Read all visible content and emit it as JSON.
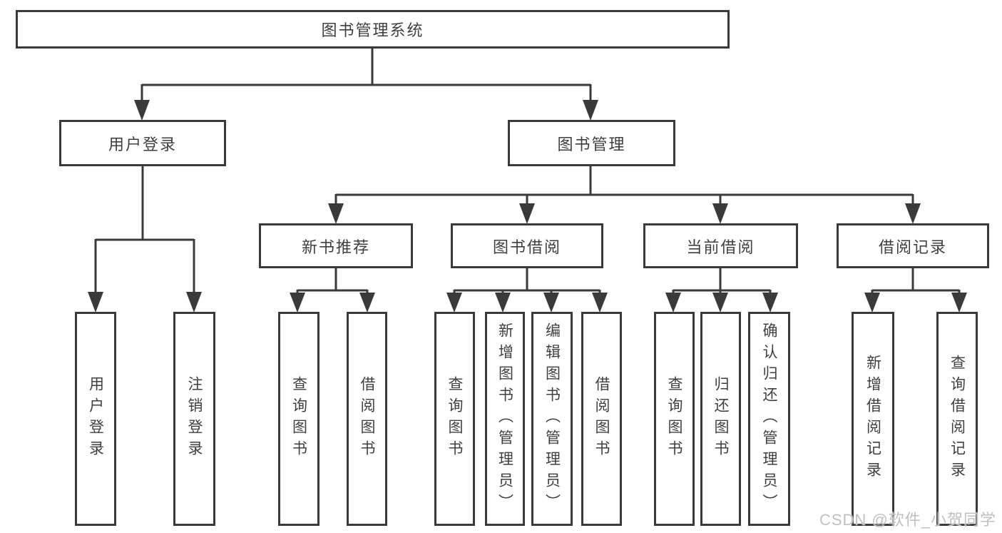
{
  "tree": {
    "root": "图书管理系统",
    "branches": [
      {
        "label": "用户登录",
        "children": [
          "用户登录",
          "注销登录"
        ]
      },
      {
        "label": "图书管理",
        "groups": [
          {
            "label": "新书推荐",
            "children": [
              "查询图书",
              "借阅图书"
            ]
          },
          {
            "label": "图书借阅",
            "children": [
              "查询图书",
              "新增图书（管理员）",
              "编辑图书（管理员）",
              "借阅图书"
            ]
          },
          {
            "label": "当前借阅",
            "children": [
              "查询图书",
              "归还图书",
              "确认归还（管理员）"
            ]
          },
          {
            "label": "借阅记录",
            "children": [
              "新增借阅记录",
              "查询借阅记录"
            ]
          }
        ]
      }
    ]
  },
  "watermark": {
    "text": "CSDN @软件_小贺同学"
  },
  "colors": {
    "line": "#3a3a3a",
    "text": "#3f3f3f",
    "background": "#ffffff",
    "watermark": "#c0c0c0"
  }
}
